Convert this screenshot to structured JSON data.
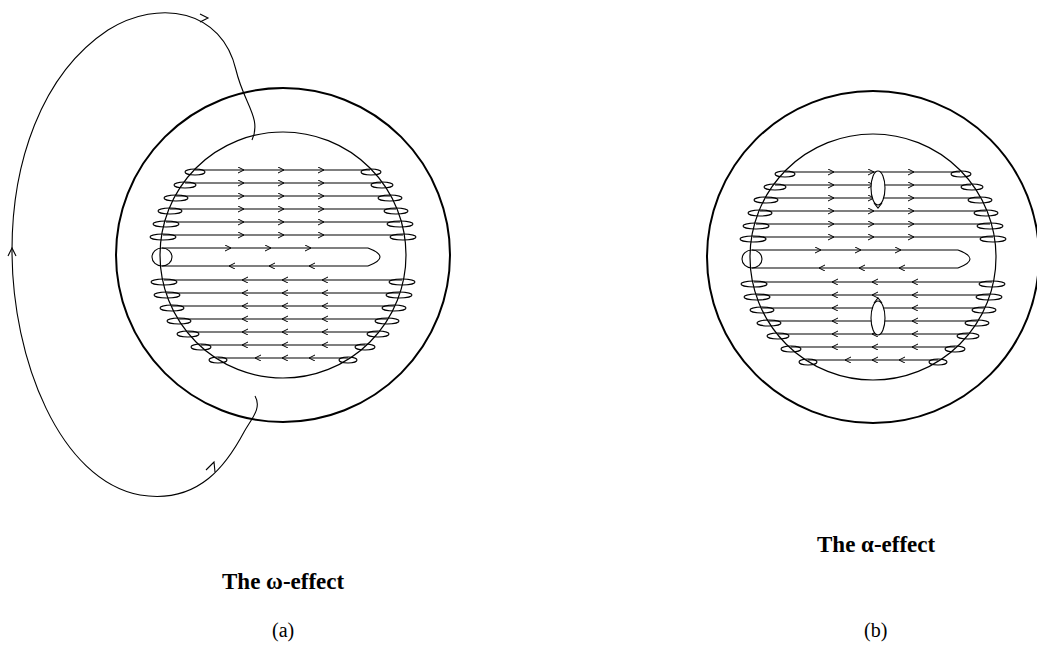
{
  "diagram": {
    "labels": [
      "The ω-effect",
      "The α-effect",
      "(a)",
      "(b)"
    ]
  }
}
